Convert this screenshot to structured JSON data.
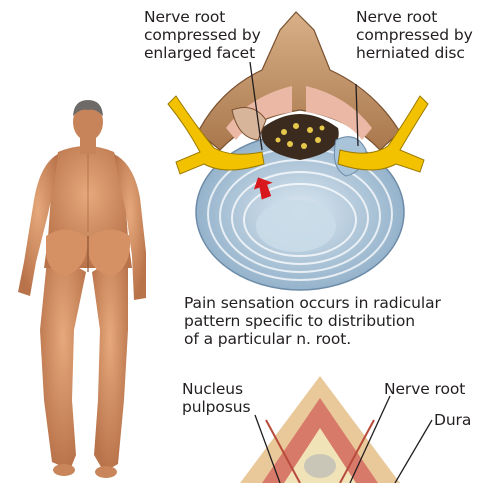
{
  "labels": {
    "facet": "Nerve root\ncompressed by\nenlarged facet",
    "disc": "Nerve root\ncompressed by\nherniated disc",
    "pain": "Pain sensation occurs in radicular\npattern specific to distribution\nof a particular n. root.",
    "nucleus": "Nucleus\npulposus",
    "nerve_root": "Nerve root",
    "dura": "Dura"
  },
  "colors": {
    "bone": "#e8c9a8",
    "marrow": "#e9b7a6",
    "nerve": "#f2c200",
    "disc": "#b9cfe0",
    "arrow": "#d7191c",
    "skin": "#d9986a"
  }
}
